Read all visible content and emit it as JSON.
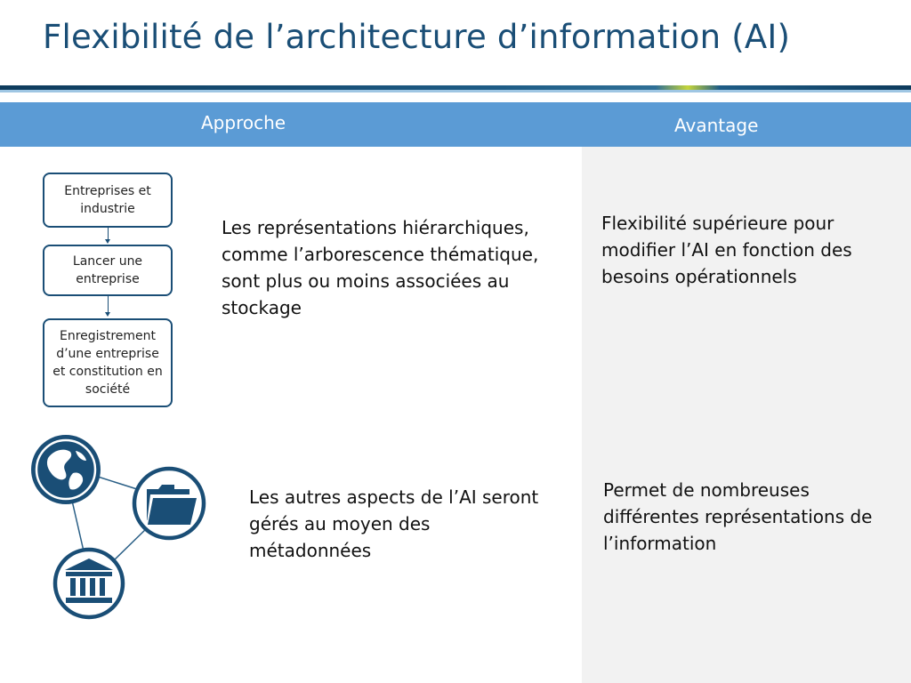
{
  "slide": {
    "title": "Flexibilité de l’architecture d’information (AI)",
    "columns": {
      "approach_label": "Approche",
      "advantage_label": "Avantage"
    },
    "hierarchy": {
      "boxes": [
        "Entreprises et industrie",
        "Lancer une entreprise",
        "Enregistrement d’une entreprise et constitution en société"
      ]
    },
    "rows": [
      {
        "approach": "Les représentations hiérarchiques, comme l’arborescence thématique, sont plus ou moins associées au stockage",
        "advantage": "Flexibilité supérieure pour modifier l’AI en fonction des besoins opérationnels"
      },
      {
        "approach": "Les autres aspects de l’AI seront gérés au moyen des métadonnées",
        "advantage": "Permet de nombreuses différentes représentations de l’information"
      }
    ],
    "network_icons": [
      "globe-icon",
      "folder-icon",
      "institution-icon"
    ]
  },
  "colors": {
    "title": "#1a4e76",
    "header_bar": "#5b9bd5",
    "icon_blue": "#1a4e76",
    "panel_gray": "#f2f2f2",
    "accent_green": "#c5d53a"
  }
}
